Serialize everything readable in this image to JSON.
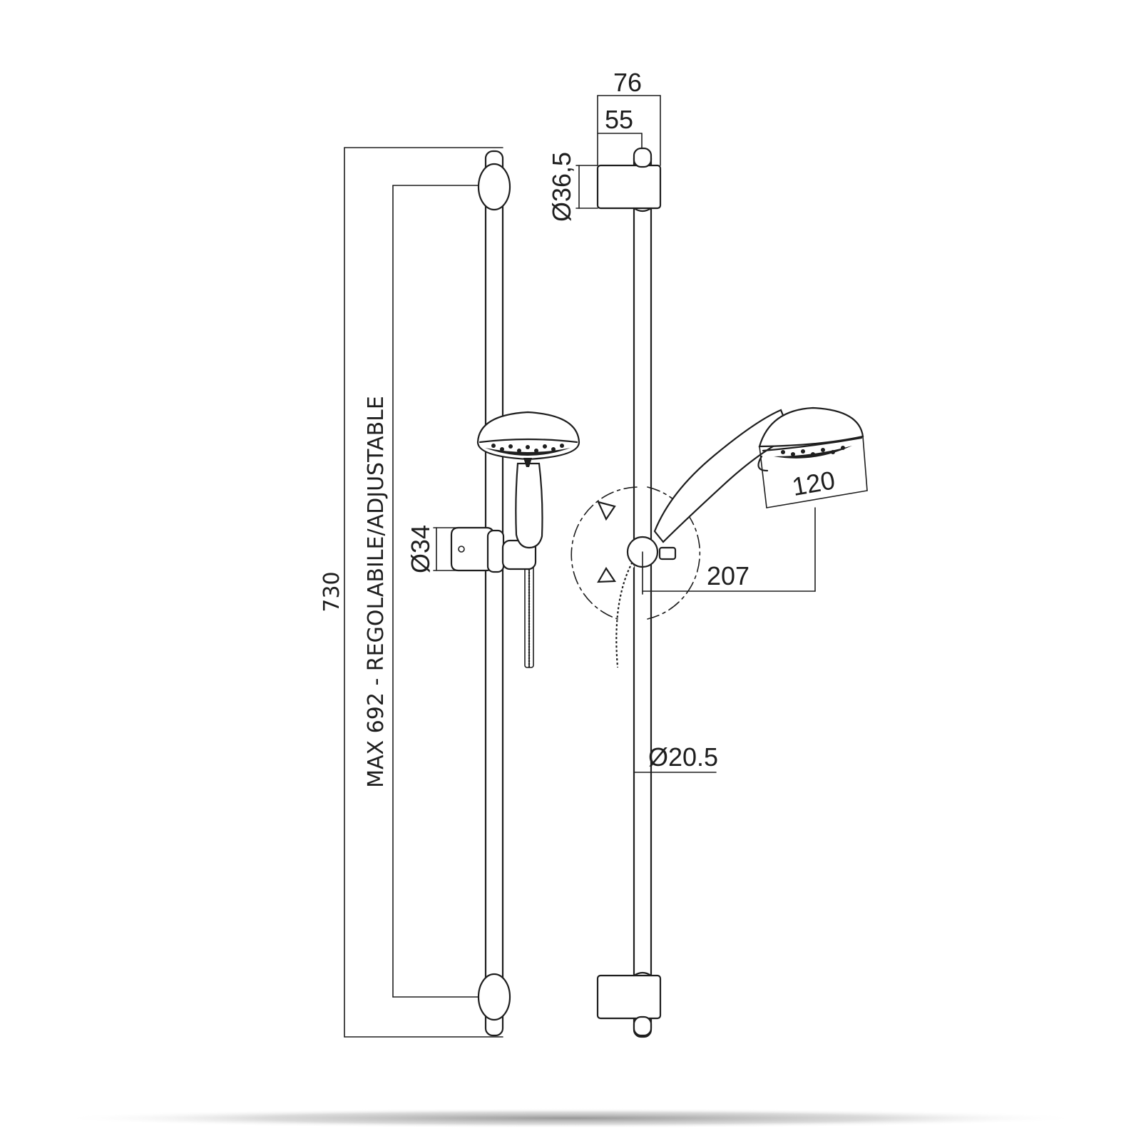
{
  "dimensions": {
    "total_length": "730",
    "adjustable_label": "MAX 692 - REGOLABILE/ADJUSTABLE",
    "slider_diameter": "Ø34",
    "bracket_diameter": "Ø36,5",
    "wall_offset_outer": "76",
    "wall_offset_inner": "55",
    "head_diameter": "120",
    "arm_reach": "207",
    "rail_diameter": "Ø20.5"
  },
  "colors": {
    "line": "#1e1e1e",
    "background": "#ffffff",
    "shadow": "#9a9a9a"
  }
}
